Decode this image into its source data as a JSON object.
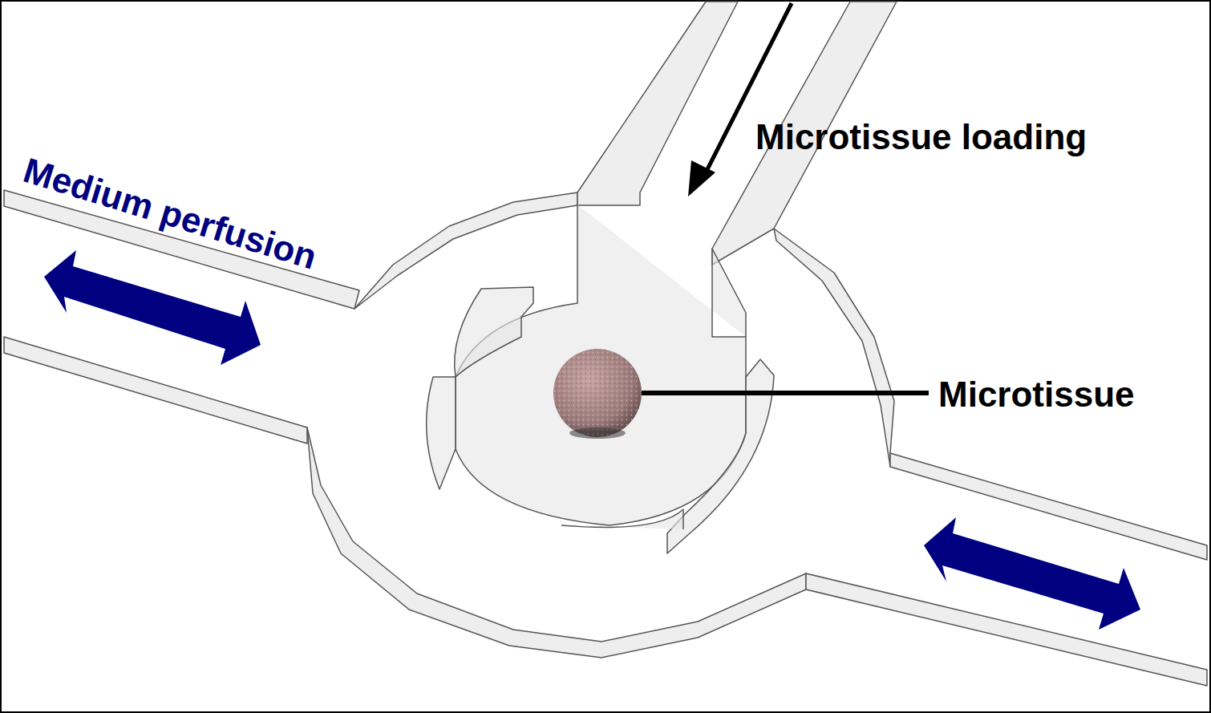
{
  "diagram": {
    "labels": [
      "Medium perfusion",
      "Microtissue loading",
      "Microtissue"
    ]
  }
}
